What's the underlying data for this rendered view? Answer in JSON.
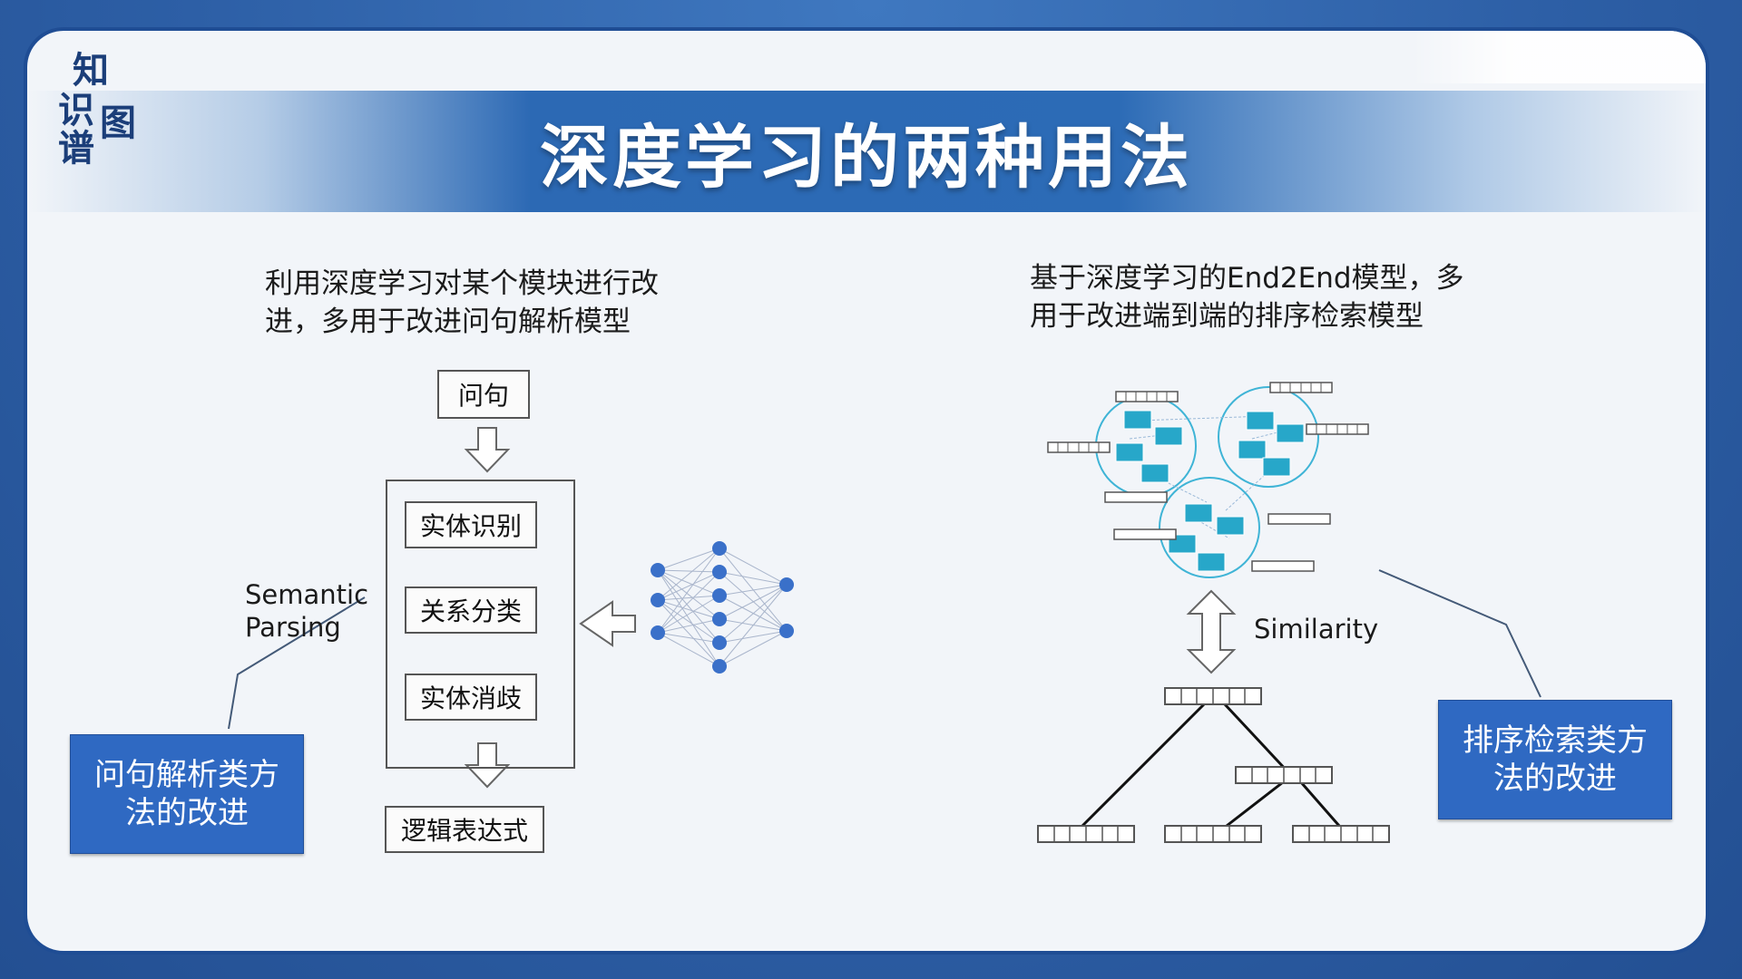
{
  "logo": {
    "chars": [
      "知",
      "识",
      "图",
      "谱"
    ]
  },
  "title": "深度学习的两种用法",
  "left": {
    "caption_line1": "利用深度学习对某个模块进行改",
    "caption_line2": "进，多用于改进问句解析模型",
    "question": "问句",
    "steps": [
      "实体识别",
      "关系分类",
      "实体消歧"
    ],
    "result": "逻辑表达式",
    "semantic_line1": "Semantic",
    "semantic_line2": "Parsing",
    "callout_line1": "问句解析类方",
    "callout_line2": "法的改进"
  },
  "right": {
    "caption_line1": "基于深度学习的End2End模型，多",
    "caption_line2": "用于改进端到端的排序检索模型",
    "similarity": "Similarity",
    "callout_line1": "排序检索类方",
    "callout_line2": "法的改进"
  },
  "colors": {
    "accent_blue": "#2f69c2",
    "title_band": "#2c6bb6",
    "node_blue": "#3a70c9",
    "cluster_cyan": "#27a7c9"
  }
}
